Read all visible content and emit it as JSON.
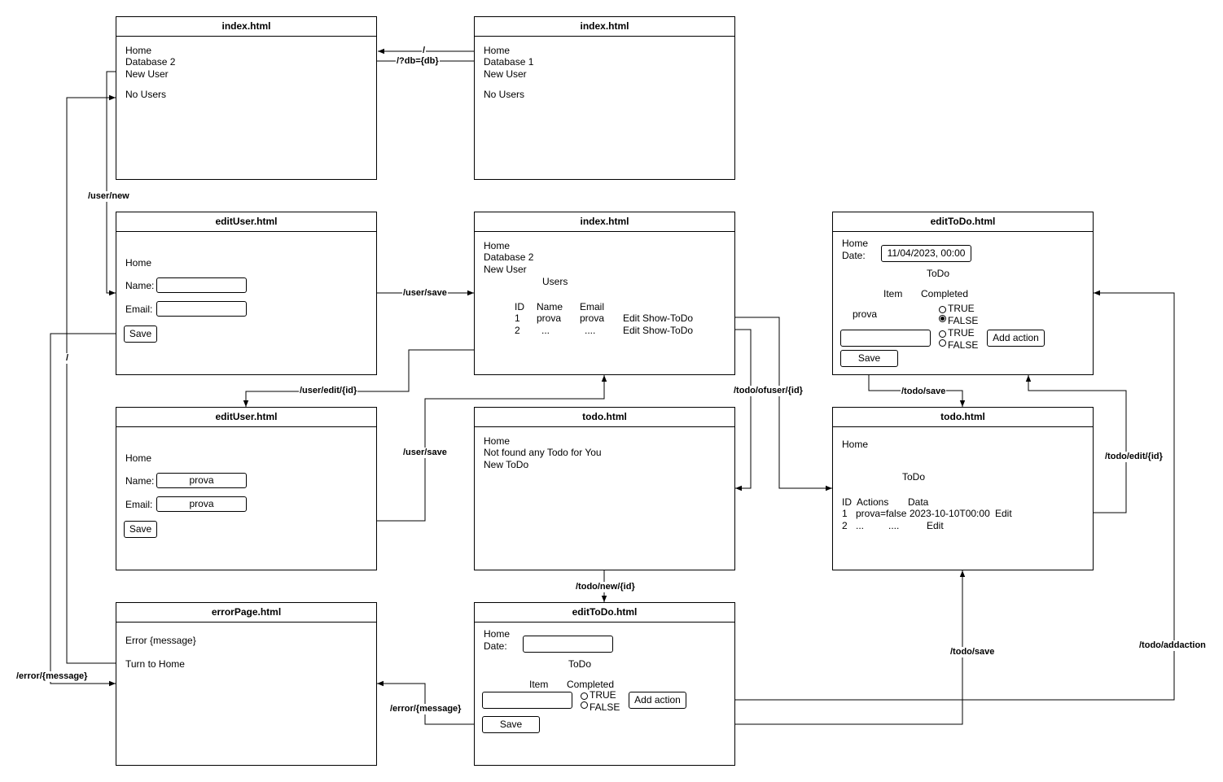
{
  "pages": {
    "index_empty_db2": {
      "title": "index.html",
      "home": "Home",
      "db_link": "Database 2",
      "new_user": "New User",
      "status": "No Users"
    },
    "index_empty_db1": {
      "title": "index.html",
      "home": "Home",
      "db_link": "Database 1",
      "new_user": "New User",
      "status": "No Users"
    },
    "edit_user_new": {
      "title": "editUser.html",
      "home": "Home",
      "name_label": "Name:",
      "name_value": "",
      "email_label": "Email:",
      "email_value": "",
      "save": "Save"
    },
    "index_users": {
      "title": "index.html",
      "home": "Home",
      "db_link": "Database 2",
      "new_user": "New User",
      "users_heading": "Users",
      "columns": [
        "ID",
        "Name",
        "Email"
      ],
      "rows": [
        {
          "id": "1",
          "name": "prova",
          "email": "prova",
          "actions": "Edit Show-ToDo"
        },
        {
          "id": "2",
          "name": "...",
          "email": "....",
          "actions": "Edit Show-ToDo"
        }
      ]
    },
    "edit_todo_existing": {
      "title": "editToDo.html",
      "home": "Home",
      "date_label": "Date:",
      "date_value": "11/04/2023,  00:00",
      "todo_heading": "ToDo",
      "col_item": "Item",
      "col_completed": "Completed",
      "item_value": "prova",
      "opt_true": "TRUE",
      "opt_false": "FALSE",
      "add_action": "Add action",
      "save": "Save"
    },
    "edit_user_existing": {
      "title": "editUser.html",
      "home": "Home",
      "name_label": "Name:",
      "name_value": "prova",
      "email_label": "Email:",
      "email_value": "prova",
      "save": "Save"
    },
    "todo_empty": {
      "title": "todo.html",
      "home": "Home",
      "message": "Not found any Todo for You",
      "new_todo": "New ToDo"
    },
    "todo_list": {
      "title": "todo.html",
      "home": "Home",
      "todo_heading": "ToDo",
      "columns": [
        "ID",
        "Actions",
        "Data"
      ],
      "rows": [
        {
          "id": "1",
          "actions": "prova=false",
          "data": "2023-10-10T00:00",
          "edit": "Edit"
        },
        {
          "id": "2",
          "actions": "...",
          "data": "....",
          "edit": "Edit"
        }
      ]
    },
    "error_page": {
      "title": "errorPage.html",
      "message": "Error {message}",
      "home_link": "Turn to Home"
    },
    "edit_todo_new": {
      "title": "editToDo.html",
      "home": "Home",
      "date_label": "Date:",
      "date_value": "",
      "todo_heading": "ToDo",
      "col_item": "Item",
      "col_completed": "Completed",
      "opt_true": "TRUE",
      "opt_false": "FALSE",
      "add_action": "Add action",
      "save": "Save"
    }
  },
  "edges": {
    "root": "/",
    "switch_db": "/?db={db}",
    "user_new": "/user/new",
    "user_save_new": "/user/save",
    "user_edit": "/user/edit/{id}",
    "user_save_edit": "/user/save",
    "todo_of_user": "/todo/ofuser/{id}",
    "todo_save_existing": "/todo/save",
    "todo_edit": "/todo/edit/{id}",
    "todo_new": "/todo/new/{id}",
    "error_root": "/",
    "error_from_edit_user": "/error/{message}",
    "error_from_edit_todo": "/error/{message}",
    "todo_save_new": "/todo/save",
    "todo_addaction": "/todo/addaction"
  }
}
